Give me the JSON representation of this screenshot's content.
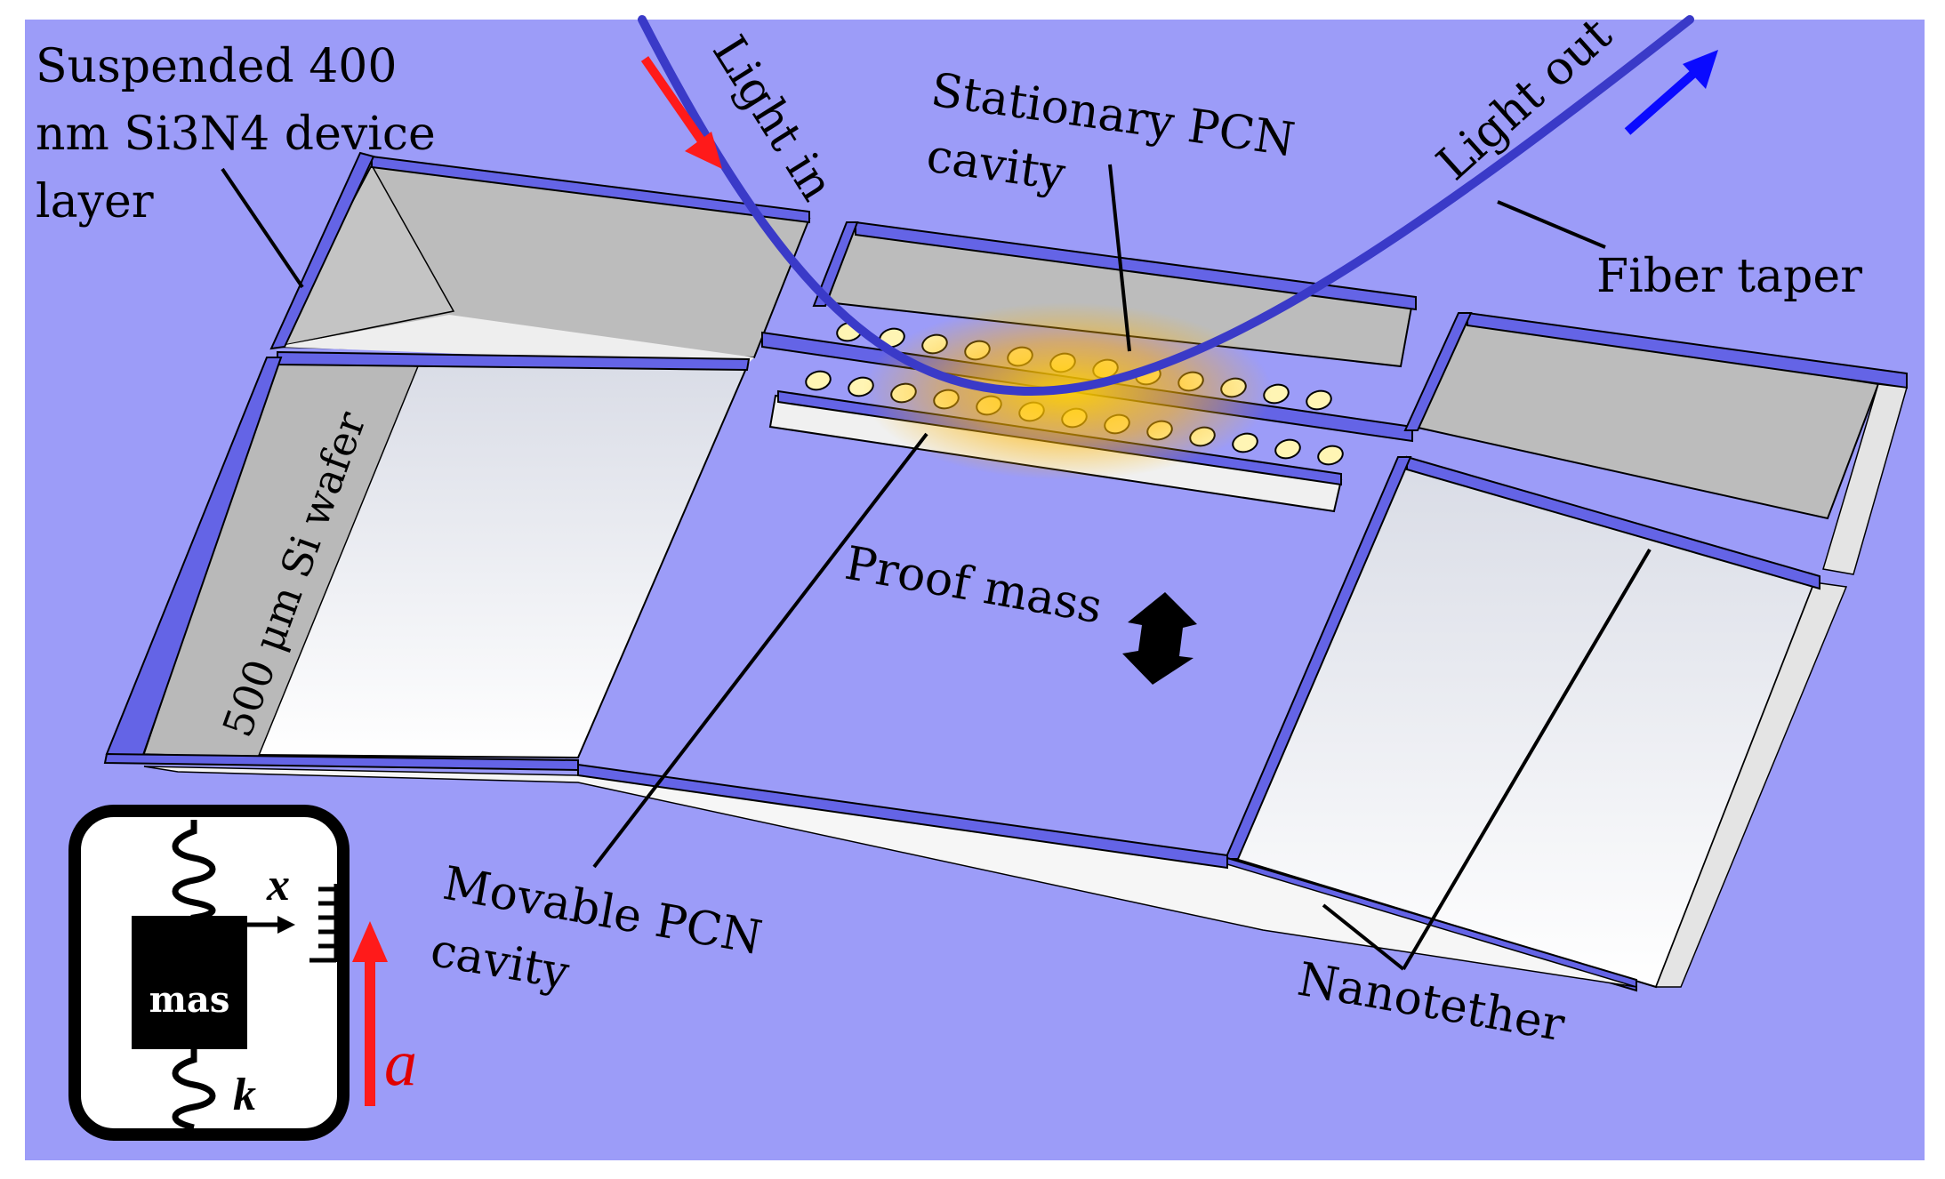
{
  "labels": {
    "suspended_line1": "Suspended 400",
    "suspended_line2": "nm Si3N4 device",
    "suspended_line3": "layer",
    "light_in": "Light in",
    "light_out": "Light out",
    "stationary_line1": "Stationary PCN",
    "stationary_line2": "cavity",
    "fiber_taper": "Fiber taper",
    "wafer": "500 μm Si wafer",
    "proof_mass": "Proof mass",
    "movable_line1": "Movable PCN",
    "movable_line2": "cavity",
    "nanotether": "Nanotether"
  },
  "inset": {
    "mass_label": "mas",
    "x_label": "x",
    "k_label": "k",
    "a_label": "a"
  },
  "colors": {
    "background": "#9c9cf8",
    "device_layer": "#6464e6",
    "fiber": "#3a3ac8",
    "light_in_arrow": "#ff1a1a",
    "light_out_arrow": "#0a0aff",
    "glow": "#ffc800",
    "wall_gray": "#b9b9b9",
    "floor_white": "#f2f2f2"
  }
}
